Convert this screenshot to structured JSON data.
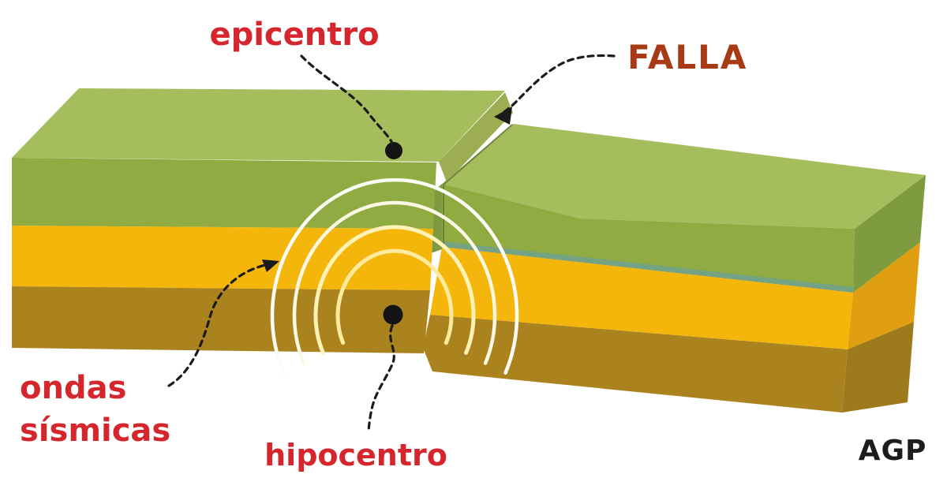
{
  "page": {
    "background": "#ffffff"
  },
  "diagram": {
    "type": "earthquake-fault-block-diagram",
    "labels": {
      "epicentro": "epicentro",
      "falla": "FALLA",
      "ondas_line1": "ondas",
      "ondas_line2": "sísmicas",
      "hipocentro": "hipocentro",
      "signature": "AGP"
    },
    "colors": {
      "label_red": "#d5262e",
      "falla_red": "#a83a16",
      "signature_black": "#1d1d1d",
      "leader_black": "#1b1b1b",
      "marker_black": "#141414",
      "top_green": "#a6bd5e",
      "front_green": "#8fab41",
      "front_yellow": "#f5b60c",
      "front_brown": "#ab831e",
      "fault_olive": "#9cad52",
      "fault_dark_green": "#7d9a40",
      "side_dark_green": "#7f9b3f",
      "side_dark_amber": "#df9f11",
      "side_dark_brown": "#9d7a1c",
      "teal_stripe": "#74a383",
      "seam_dark": "#5f7030",
      "wave_inner": "#ffeb9e",
      "wave_inner2": "#fff2b6",
      "wave_outer": "#faf8e2",
      "wave_outer2": "#fcfcf6"
    }
  }
}
